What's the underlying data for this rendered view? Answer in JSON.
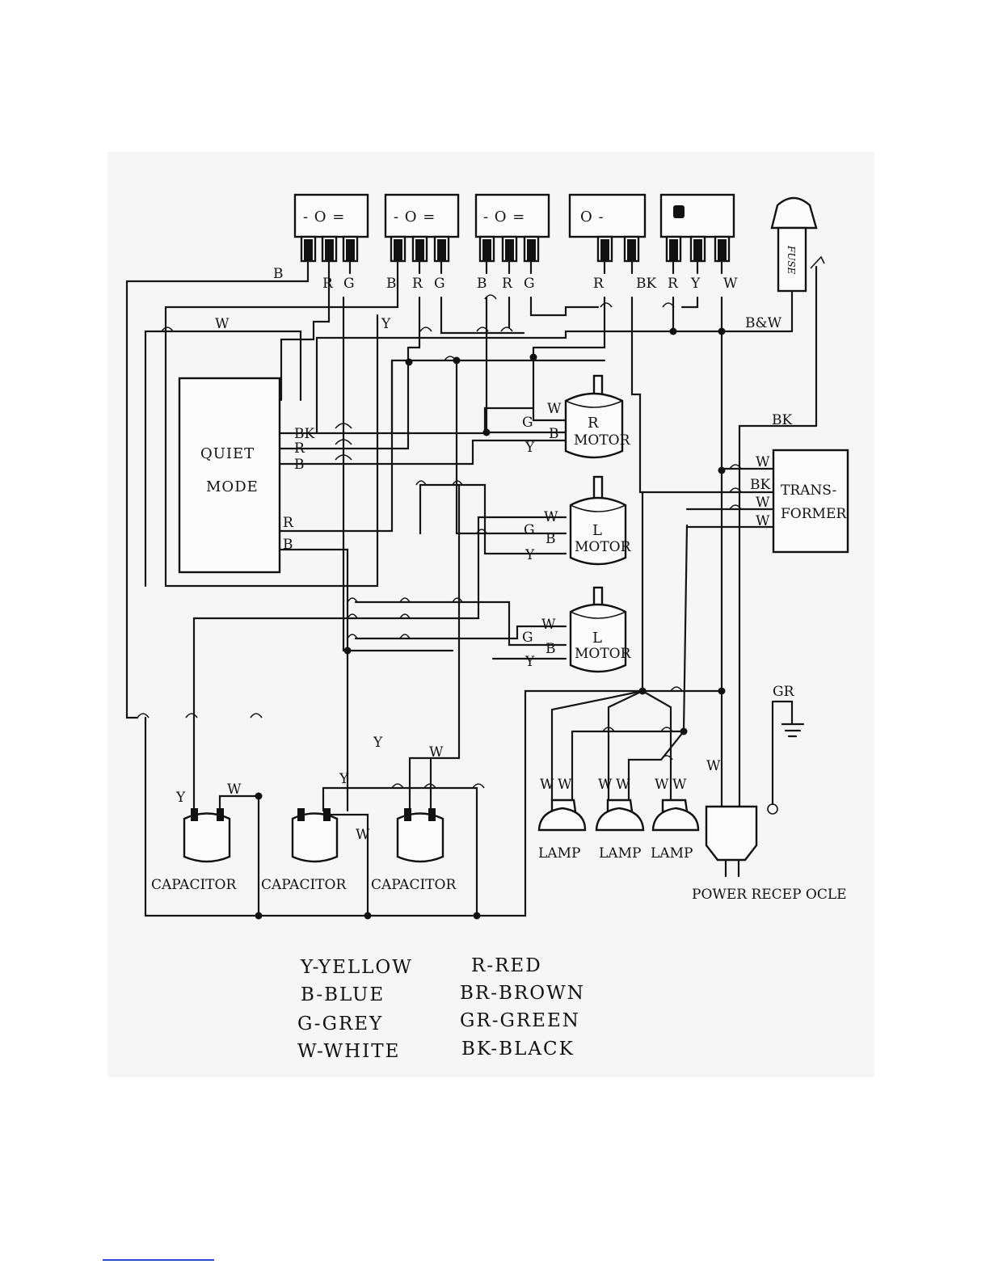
{
  "switches": {
    "sw1": "- O =",
    "sw2": "- O =",
    "sw3": "- O =",
    "sw4": "O  -",
    "sw1_wires": [
      "B",
      "R",
      "G"
    ],
    "sw2_wires": [
      "B",
      "R",
      "G"
    ],
    "sw3_wires": [
      "B",
      "R",
      "G"
    ],
    "sw4_wires": [
      "R",
      "BK"
    ],
    "sw5_wires": [
      "R",
      "Y",
      "W"
    ]
  },
  "fuse": {
    "label": "FUSE",
    "wire": "B&W"
  },
  "wires": {
    "w_top": "W",
    "y_top": "Y",
    "bk_right": "BK",
    "w_power": "W",
    "y_mid": "Y",
    "w_mid": "W"
  },
  "quiet_mode": {
    "line1": "QUIET",
    "line2": "MODE",
    "wires": [
      "BK",
      "R",
      "B",
      "R",
      "B"
    ]
  },
  "motors": [
    {
      "name": "R",
      "word": "MOTOR",
      "wires": [
        "W",
        "G",
        "B",
        "Y"
      ]
    },
    {
      "name": "L",
      "word": "MOTOR",
      "wires": [
        "W",
        "G",
        "B",
        "Y"
      ]
    },
    {
      "name": "L",
      "word": "MOTOR",
      "wires": [
        "W",
        "G",
        "B",
        "Y"
      ]
    }
  ],
  "transformer": {
    "line1": "TRANS-",
    "line2": "FORMER",
    "wires": [
      "W",
      "BK",
      "W",
      "W"
    ]
  },
  "ground": "GR",
  "lamps": {
    "label": "LAMP",
    "wires": [
      "W",
      "W",
      "W",
      "W",
      "W",
      "W"
    ]
  },
  "power": "POWER RECEP OCLE",
  "capacitors": {
    "label": "CAPACITOR",
    "c1_y": "Y",
    "c1_w": "W",
    "c2_y": "Y",
    "c3_w": "W"
  },
  "legend": [
    [
      "Y-YELLOW",
      "R-RED"
    ],
    [
      "B-BLUE",
      "BR-BROWN"
    ],
    [
      "G-GREY",
      "GR-GREEN"
    ],
    [
      "W-WHITE",
      "BK-BLACK"
    ]
  ]
}
